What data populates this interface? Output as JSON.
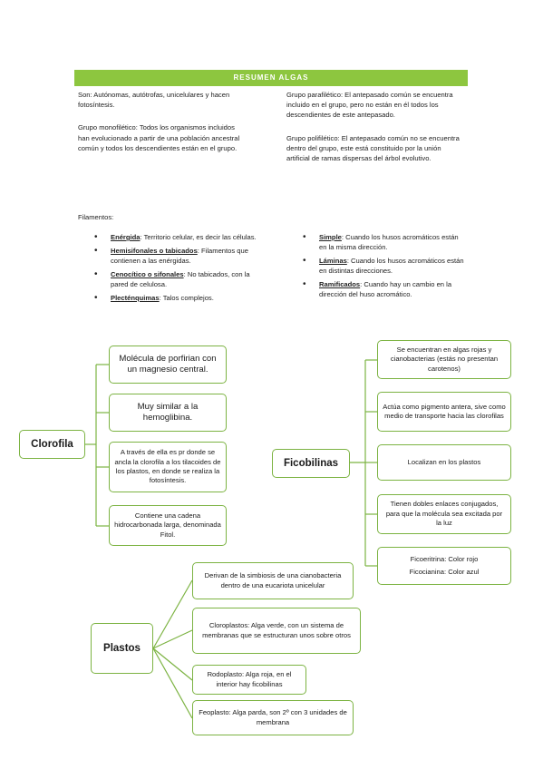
{
  "header": {
    "title": "RESUMEN ALGAS"
  },
  "intro": {
    "left": [
      "Son: Autónomas, autótrofas, unicelulares y hacen fotosíntesis.",
      "Grupo monofilético: Todos los organismos incluidos han evolucionado a partir de una población ancestral común y todos los descendientes están en el grupo."
    ],
    "right": [
      "Grupo parafilético: El antepasado común se encuentra incluido en el grupo, pero no están en él todos los descendientes de este antepasado.",
      "Grupo polifilético: El antepasado común no se encuentra dentro del grupo, este está constituido por la unión artificial de ramas dispersas del árbol evolutivo."
    ]
  },
  "filamentos": {
    "label": "Filamentos:",
    "left": [
      {
        "term": "Enérgida",
        "desc": ": Territorio celular, es decir las células."
      },
      {
        "term": "Hemisifonales o tabicados",
        "desc": ": Filamentos que contienen a las enérgidas."
      },
      {
        "term": "Cenocítico o sifonales",
        "desc": ": No tabicados, con la pared de celulosa."
      },
      {
        "term": "Plecténquimas",
        "desc": ": Talos complejos."
      }
    ],
    "right": [
      {
        "term": "Simple",
        "desc": ": Cuando los husos acromáticos están en la misma dirección."
      },
      {
        "term": "Láminas",
        "desc": ": Cuando los husos acromáticos están en distintas direcciones."
      },
      {
        "term": "Ramificados",
        "desc": ": Cuando hay un cambio en la dirección del huso acromático."
      }
    ]
  },
  "clorofila": {
    "title": "Clorofila",
    "items": [
      "Molécula de porfirian con un magnesio central.",
      "Muy similar a la hemoglibina.",
      "A través de ella es pr donde se ancla la clorofila a los tilacoides de los plastos, en donde se realiza la fotosíntesis.",
      "Contiene una cadena hidrocarbonada larga, denominada Fitol."
    ]
  },
  "ficobilinas": {
    "title": "Ficobilinas",
    "items": [
      "Se encuentran en algas rojas y cianobacterias (estás no presentan carotenos)",
      "Actúa como pigmento antera, sive como medio de transporte hacia las clorofilas",
      "Localizan en los plastos",
      "Tienen dobles enlaces conjugados, para que la molécula sea excitada por la luz"
    ],
    "pigments": [
      "Ficoeritrina: Color rojo",
      "Ficocianina: Color azul"
    ]
  },
  "plastos": {
    "title": "Plastos",
    "items": [
      "Derivan de la simbiosis de una cianobacteria dentro de una eucariota unicelular",
      "Cloroplastos: Alga verde, con un sistema de membranas que se estructuran unos sobre otros",
      "Rodoplasto: Alga roja, en el interior hay ficobilinas",
      "Feoplasto: Alga parda, son 2º con 3 unidades de membrana"
    ]
  },
  "colors": {
    "accent": "#8dc63f",
    "border": "#7cb342",
    "line": "#7cb342"
  }
}
